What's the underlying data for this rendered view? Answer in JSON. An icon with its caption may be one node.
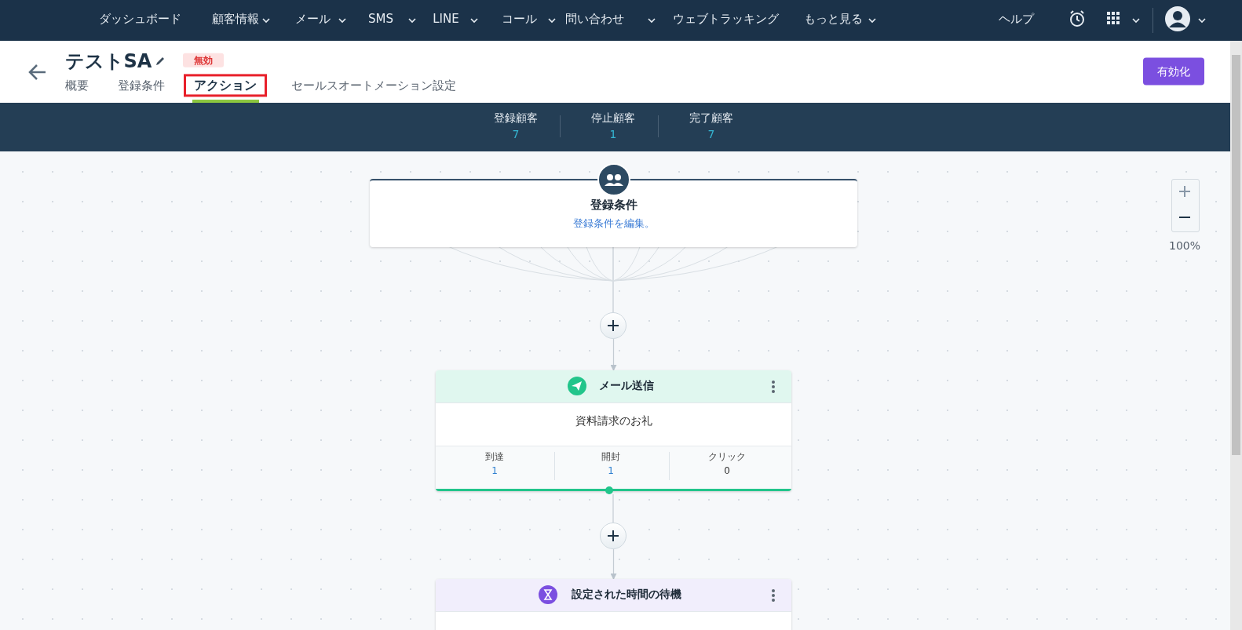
{
  "diagram": {
    "nodes": [
      {
        "text": [
          "登録条件",
          "登録条件を編集。"
        ]
      },
      {
        "text": [],
        "shape": "circle"
      },
      {
        "text": [
          "メール送信",
          "資料請求のお礼",
          "到達",
          "1",
          "開封",
          "1",
          "クリック",
          "0"
        ]
      },
      {
        "text": [],
        "shape": "circle"
      },
      {
        "text": [
          "設定された時間の待機"
        ]
      }
    ],
    "edges": [
      {
        "from": 0,
        "to": 1,
        "arrow": "none"
      },
      {
        "from": 1,
        "to": 2,
        "arrow": "to"
      },
      {
        "from": 2,
        "to": 3,
        "arrow": "none"
      },
      {
        "from": 3,
        "to": 4,
        "arrow": "to"
      }
    ],
    "labels": [
      "ダッシュボード",
      "顧客情報",
      "メール",
      "SMS",
      "LINE",
      "コール",
      "問い合わせ",
      "ウェブトラッキング",
      "もっと見る",
      "ヘルプ",
      "テストSA",
      "無効",
      "概要",
      "登録条件",
      "アクション",
      "セールスオートメーション設定",
      "有効化",
      "登録顧客",
      "7",
      "停止顧客",
      "1",
      "完了顧客",
      "7",
      "100%"
    ]
  }
}
